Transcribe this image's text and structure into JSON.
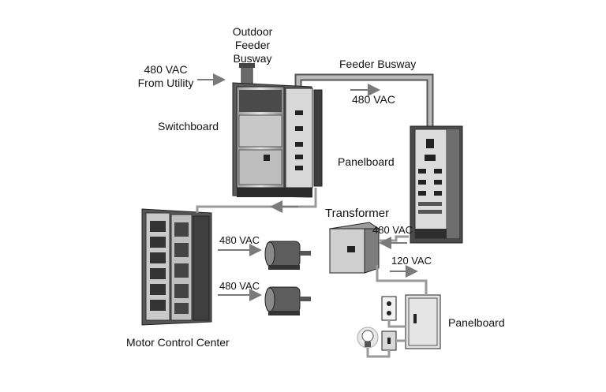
{
  "labels": {
    "outdoor_feeder_busway": [
      "Outdoor",
      "Feeder",
      "Busway"
    ],
    "from_utility": [
      "480 VAC",
      "From Utility"
    ],
    "feeder_busway": "Feeder Busway",
    "feeder_voltage": "480 VAC",
    "switchboard": "Switchboard",
    "panelboard_main": "Panelboard",
    "transformer": "Transformer",
    "transformer_input_voltage": "480 VAC",
    "transformer_output_voltage": "120 VAC",
    "motor_1_voltage": "480 VAC",
    "motor_2_voltage": "480 VAC",
    "panelboard_branch": "Panelboard",
    "motor_control_center": "Motor Control Center"
  },
  "colors": {
    "busway": "#8f8f8f",
    "equipment_dark": "#3a3a3a",
    "equipment_mid": "#6b6b6b",
    "equipment_light": "#cfcfcf",
    "arrow": "#7a7a7a"
  }
}
